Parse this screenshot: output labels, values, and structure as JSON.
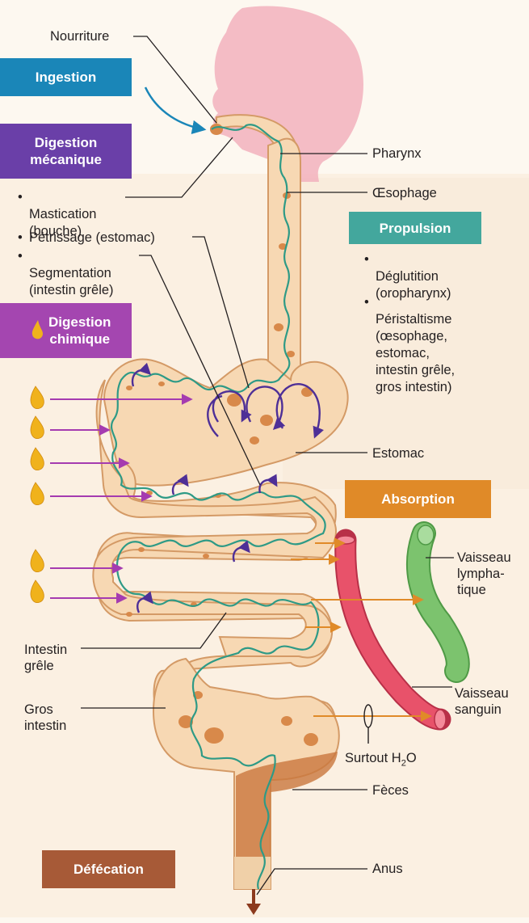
{
  "labels": {
    "nourriture": "Nourriture",
    "pharynx": "Pharynx",
    "oesophage": "Œsophage",
    "estomac": "Estomac",
    "intestin_grele": "Intestin\ngrêle",
    "gros_intestin": "Gros\nintestin",
    "vaisseau_lymphatique": "Vaisseau\nlympha-\ntique",
    "vaisseau_sanguin": "Vaisseau\nsanguin",
    "surtout": "Surtout H",
    "surtout_sub": "2",
    "surtout_end": "O",
    "feces": "Fèces",
    "anus": "Anus"
  },
  "boxes": {
    "ingestion": "Ingestion",
    "digestion_mecanique": "Digestion\nmécanique",
    "digestion_chimique": "Digestion\nchimique",
    "propulsion": "Propulsion",
    "absorption": "Absorption",
    "defecation": "Défécation"
  },
  "mechanical_items": [
    "Mastication\n(bouche)",
    "Pétrissage (estomac)",
    "Segmentation\n(intestin grêle)"
  ],
  "propulsion_items": [
    "Déglutition\n(oropharynx)",
    "Péristaltisme\n(œsophage,\nestomac,\nintestin grêle,\ngros intestin)"
  ],
  "bullet": "•",
  "colors": {
    "ingestion": "#1a86b8",
    "digestion_mecanique": "#6a3fa8",
    "digestion_chimique": "#a446b0",
    "propulsion": "#43a79d",
    "absorption": "#e08a28",
    "defecation": "#a75a37",
    "tract_fill": "#f7d8b3",
    "tract_stroke": "#d49a66",
    "food": "#d8894a",
    "peristalsis_line": "#2e9a86",
    "segmentation_arrow": "#4e2f97",
    "enzyme_arrow": "#a53bb0",
    "absorption_arrow": "#e08a28",
    "blood_vessel": "#e8526a",
    "lymph_vessel": "#7cc36e",
    "feces": "#c9773d",
    "head": "#f2b2bd"
  }
}
